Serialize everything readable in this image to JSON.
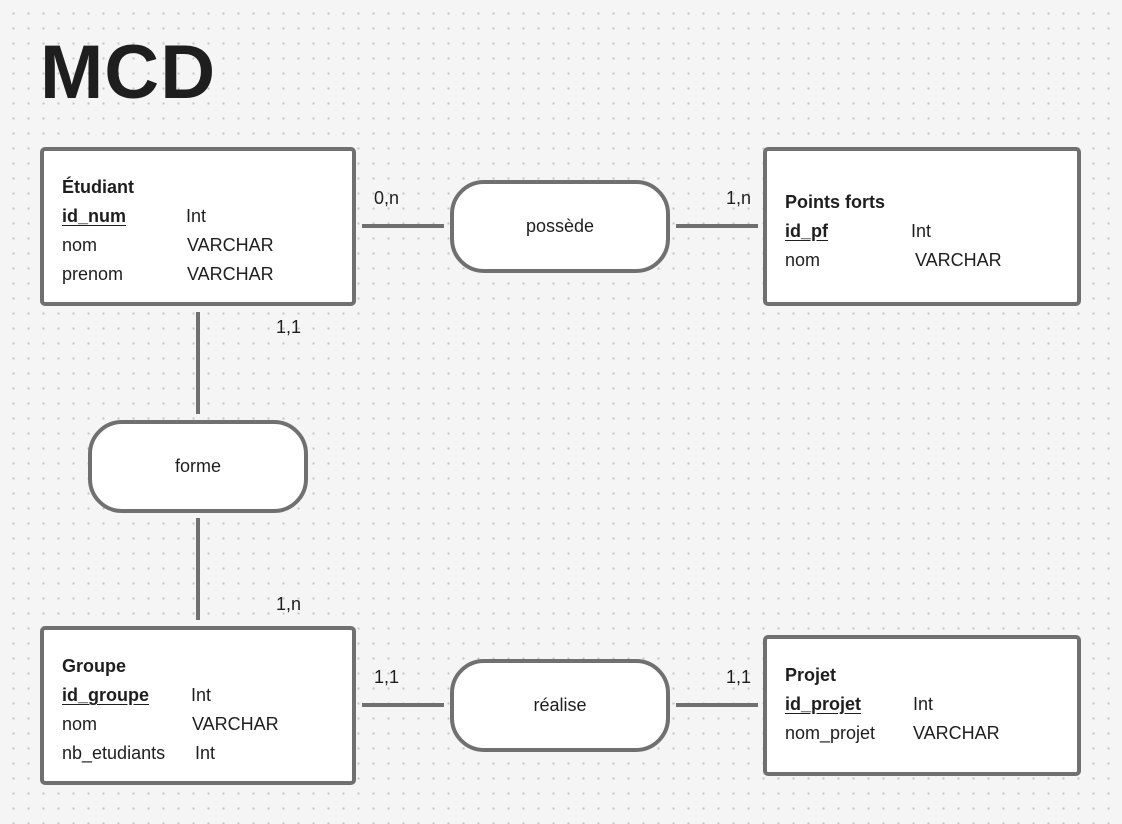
{
  "title": "MCD",
  "entities": {
    "etudiant": {
      "name": "Étudiant",
      "attributes": [
        {
          "name": "id_num",
          "type": "Int",
          "pk": true
        },
        {
          "name": "nom",
          "type": "VARCHAR",
          "pk": false
        },
        {
          "name": "prenom",
          "type": "VARCHAR",
          "pk": false
        }
      ]
    },
    "points_forts": {
      "name": "Points forts",
      "attributes": [
        {
          "name": "id_pf",
          "type": "Int",
          "pk": true
        },
        {
          "name": "nom",
          "type": "VARCHAR",
          "pk": false
        }
      ]
    },
    "groupe": {
      "name": "Groupe",
      "attributes": [
        {
          "name": "id_groupe",
          "type": "Int",
          "pk": true
        },
        {
          "name": "nom",
          "type": "VARCHAR",
          "pk": false
        },
        {
          "name": "nb_etudiants",
          "type": "Int",
          "pk": false
        }
      ]
    },
    "projet": {
      "name": "Projet",
      "attributes": [
        {
          "name": "id_projet",
          "type": "Int",
          "pk": true
        },
        {
          "name": "nom_projet",
          "type": "VARCHAR",
          "pk": false
        }
      ]
    }
  },
  "associations": {
    "possede": "possède",
    "forme": "forme",
    "realise": "réalise"
  },
  "cardinalities": {
    "etudiant_possede": "0,n",
    "pointsforts_possede": "1,n",
    "etudiant_forme": "1,1",
    "groupe_forme": "1,n",
    "groupe_realise": "1,1",
    "projet_realise": "1,1"
  }
}
